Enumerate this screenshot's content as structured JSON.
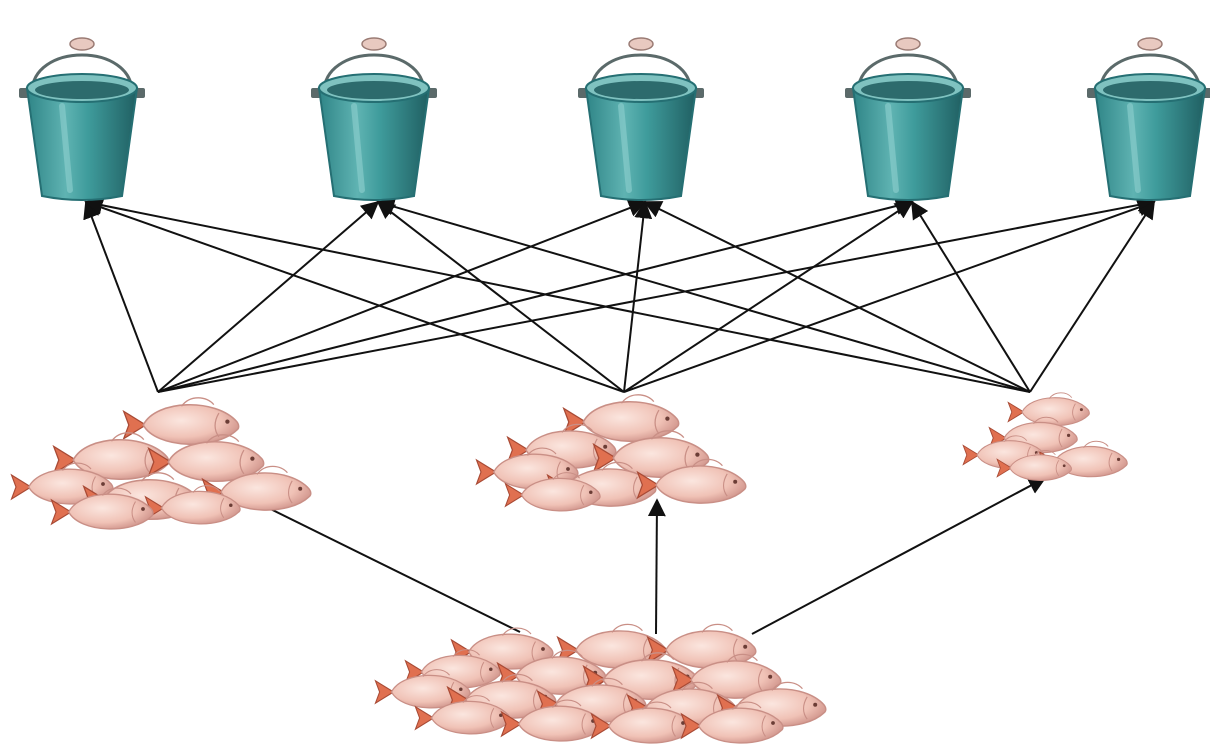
{
  "diagram": {
    "buckets": [
      {
        "id": "bucket-1"
      },
      {
        "id": "bucket-2"
      },
      {
        "id": "bucket-3"
      },
      {
        "id": "bucket-4"
      },
      {
        "id": "bucket-5"
      }
    ],
    "fish_piles": [
      {
        "id": "pile-left",
        "fish_count": 8
      },
      {
        "id": "pile-middle",
        "fish_count": 7
      },
      {
        "id": "pile-right",
        "fish_count": 5
      },
      {
        "id": "pile-source",
        "fish_count": 16
      }
    ],
    "edges": [
      {
        "from": "pile-source",
        "to": "pile-left"
      },
      {
        "from": "pile-source",
        "to": "pile-middle"
      },
      {
        "from": "pile-source",
        "to": "pile-right"
      },
      {
        "from": "pile-left",
        "to": "bucket-1"
      },
      {
        "from": "pile-left",
        "to": "bucket-2"
      },
      {
        "from": "pile-left",
        "to": "bucket-3"
      },
      {
        "from": "pile-left",
        "to": "bucket-4"
      },
      {
        "from": "pile-left",
        "to": "bucket-5"
      },
      {
        "from": "pile-middle",
        "to": "bucket-1"
      },
      {
        "from": "pile-middle",
        "to": "bucket-2"
      },
      {
        "from": "pile-middle",
        "to": "bucket-3"
      },
      {
        "from": "pile-middle",
        "to": "bucket-4"
      },
      {
        "from": "pile-middle",
        "to": "bucket-5"
      },
      {
        "from": "pile-right",
        "to": "bucket-1"
      },
      {
        "from": "pile-right",
        "to": "bucket-2"
      },
      {
        "from": "pile-right",
        "to": "bucket-3"
      },
      {
        "from": "pile-right",
        "to": "bucket-4"
      },
      {
        "from": "pile-right",
        "to": "bucket-5"
      }
    ],
    "colors": {
      "bucket_body": "#3f9c9c",
      "bucket_dark": "#256f73",
      "bucket_light": "#8fd0cf",
      "bucket_rim": "#7fc2c0",
      "handle": "#5b6a6a",
      "fish_body": "#f2c9bd",
      "fish_shade": "#c98f86",
      "fish_tail": "#e07050",
      "arrow": "#111111"
    }
  }
}
